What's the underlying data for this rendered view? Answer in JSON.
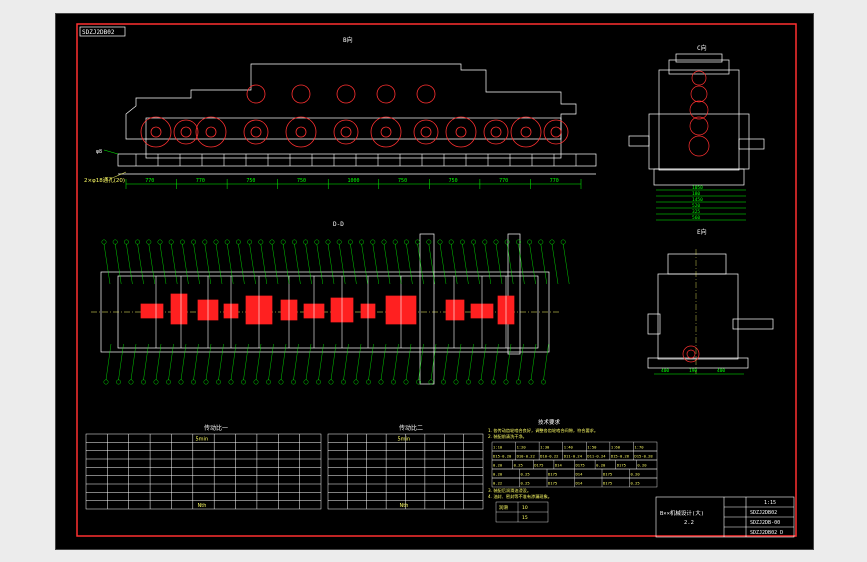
{
  "drawing": {
    "code_top_left": "SDZJ2DB02",
    "view_labels": {
      "top_front": "B向",
      "section": "D-D",
      "side_upper": "C向",
      "side_lower": "E向"
    },
    "bolt_note": "2×φ18通孔(20)",
    "dims_front": [
      "770",
      "770",
      "750",
      "750",
      "1000",
      "750",
      "750",
      "770",
      "770"
    ],
    "dims_side_upper": [
      "1050",
      "180",
      "1450",
      "520",
      "325",
      "560"
    ],
    "dims_side_lower": [
      "400",
      "190",
      "400"
    ],
    "table1_title": "传动比一",
    "table2_title": "传动比二",
    "table_header": "5min",
    "table_footer": "Nth",
    "tech_title": "技术要求",
    "tech_notes": [
      "1. 各传动齿轮啮合良好，调整各齿轮啮合间隙，符合要求。",
      "2. 装配前清洗干净。",
      "3. 装配后润滑油浸没。",
      "4. 油封、密封等不准有渗漏现象。"
    ],
    "tech_table_row1": [
      "1:10",
      "1:20",
      "1:30",
      "1:40",
      "1:50",
      "1:60",
      "1:70"
    ],
    "tech_table_row2": [
      "D15-0.20",
      "D10-0.22",
      "D10-0.22",
      "D11-0.24",
      "D11-0.24",
      "D15-0.26",
      "D15-0.28"
    ],
    "tech_table_row3": [
      "0.20",
      "0.25",
      "D175",
      "D14",
      "D175",
      "0.20",
      "D175",
      "0.20"
    ],
    "tech_table_row4": [
      "0.20",
      "0.25",
      "D175",
      "D14",
      "D175",
      "0.20"
    ],
    "tech_table_row5": [
      "0.22",
      "0.25",
      "D175",
      "D14",
      "D175",
      "0.25"
    ],
    "small_table": [
      "润滑",
      "10",
      "15"
    ],
    "title_block": {
      "name_line1": "B××机械设计(大)",
      "name_line2": "2.2",
      "ratio": "1:15",
      "code1": "SDZJ2DB02",
      "code2": "SDZJ2DB-00",
      "code3": "SDZJ2DB02 D"
    }
  },
  "colors": {
    "background": "#000000",
    "lines": "#ffffff",
    "hatch": "#ff2020",
    "dims": "#00ff00",
    "notes": "#ffff66",
    "border": "#ff3030"
  }
}
